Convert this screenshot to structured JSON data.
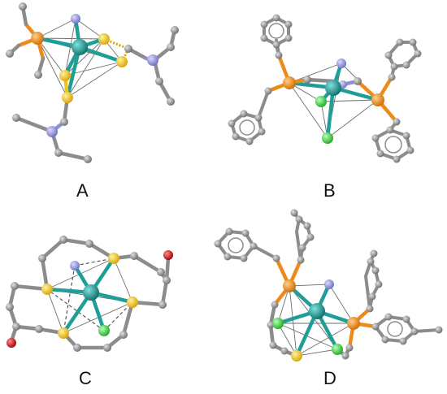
{
  "panels": [
    {
      "id": "A",
      "label": "A"
    },
    {
      "id": "B",
      "label": "B"
    },
    {
      "id": "C",
      "label": "C"
    },
    {
      "id": "D",
      "label": "D"
    }
  ],
  "colors": {
    "carbon": "#8c8c8c",
    "phosphorus": "#ee8a1a",
    "sulfur": "#f0c21c",
    "nitrogen": "#8f8fd8",
    "metal": "#1f9e98",
    "chlorine": "#33cc33",
    "oxygen": "#d11414",
    "thin_line": "#6e6e6e"
  }
}
